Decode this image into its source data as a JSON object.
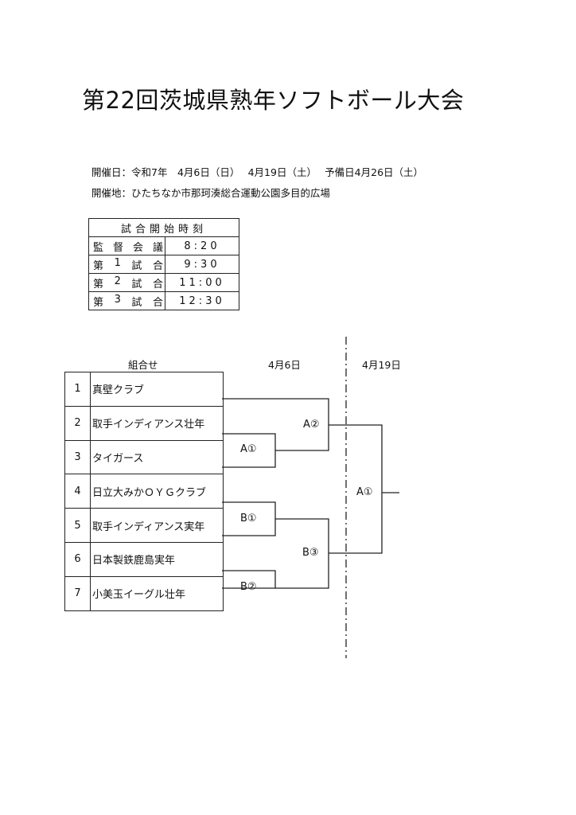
{
  "title": "第22回茨城県熟年ソフトボール大会",
  "info": {
    "dates": "開催日：令和7年　4月6日（日）　 4月19日（土）　 予備日4月26日（土）",
    "venue": "開催地：ひたちなか市那珂湊総合運動公園多目的広場"
  },
  "schedule": {
    "header": "試合開始時刻",
    "rows": [
      {
        "chars": [
          "監",
          "督",
          "会",
          "議"
        ],
        "time": "8:20"
      },
      {
        "chars": [
          "第",
          "1",
          "試",
          "合"
        ],
        "time": "9:30"
      },
      {
        "chars": [
          "第",
          "2",
          "試",
          "合"
        ],
        "time": "11:00"
      },
      {
        "chars": [
          "第",
          "3",
          "試",
          "合"
        ],
        "time": "12:30"
      }
    ]
  },
  "bracket": {
    "headers": {
      "pairings": "組合せ",
      "day1": "4月6日",
      "day2": "4月19日"
    },
    "teams": [
      {
        "num": "1",
        "name": "真壁クラブ"
      },
      {
        "num": "2",
        "name": "取手インディアンス壮年"
      },
      {
        "num": "3",
        "name": "タイガース"
      },
      {
        "num": "4",
        "name": "日立大みかＯＹＧクラブ"
      },
      {
        "num": "5",
        "name": "取手インディアンス実年"
      },
      {
        "num": "6",
        "name": "日本製鉄鹿島実年"
      },
      {
        "num": "7",
        "name": "小美玉イーグル壮年"
      }
    ],
    "matches": {
      "a1": "A①",
      "a2": "A②",
      "b1": "B①",
      "b2": "B②",
      "b3": "B③",
      "final": "A①"
    }
  }
}
